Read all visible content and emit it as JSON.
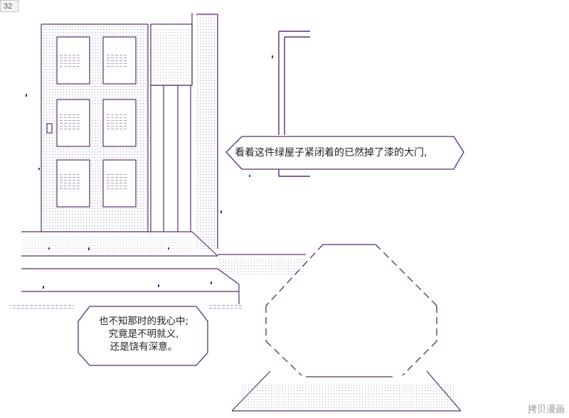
{
  "page": {
    "number_label": "32",
    "line_color": "#5a2d6e",
    "dot_color": "#7a5b8a"
  },
  "bubbles": {
    "top_right": {
      "text": "看着这件绿屋子紧闭着的已然掉了漆的大门,"
    },
    "bottom_left": {
      "lines": [
        "也不知那时的我心中;",
        "究竟是不明就义,",
        "还是饶有深意。"
      ]
    }
  },
  "watermark": {
    "text": "拷贝漫画"
  }
}
